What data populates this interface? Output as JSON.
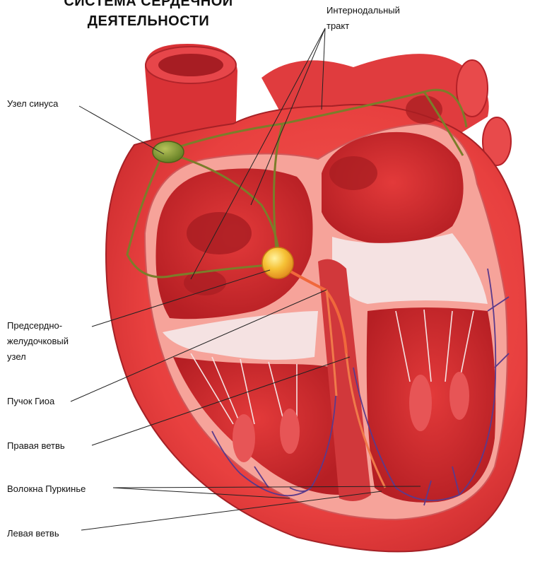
{
  "title": {
    "line1": "СИСТЕМА СЕРДЕЧНОЙ",
    "line2": "ДЕЯТЕЛЬНОСТИ"
  },
  "labels": {
    "internodal_line1": "Интернодальный",
    "internodal_line2": "тракт",
    "sinus_node": "Узел синуса",
    "av_node_line1": "Предсердно-",
    "av_node_line2": "желудочковый",
    "av_node_line3": "узел",
    "his_bundle": "Пучок Гиоа",
    "right_branch": "Правая ветвь",
    "purkinje": "Волокна Пуркинье",
    "left_branch": "Левая ветвь"
  },
  "colors": {
    "heart_outer": "#e8403f",
    "heart_light": "#f59a8e",
    "heart_dark": "#b51f25",
    "chamber": "#d82a2e",
    "valve": "#f3e4e4",
    "conduction_path": "#7b7d2a",
    "sinus_node": "#7f9a2a",
    "av_node": "#f4b52a",
    "bundle": "#f0683c",
    "purkinje": "#5a3a8c"
  }
}
